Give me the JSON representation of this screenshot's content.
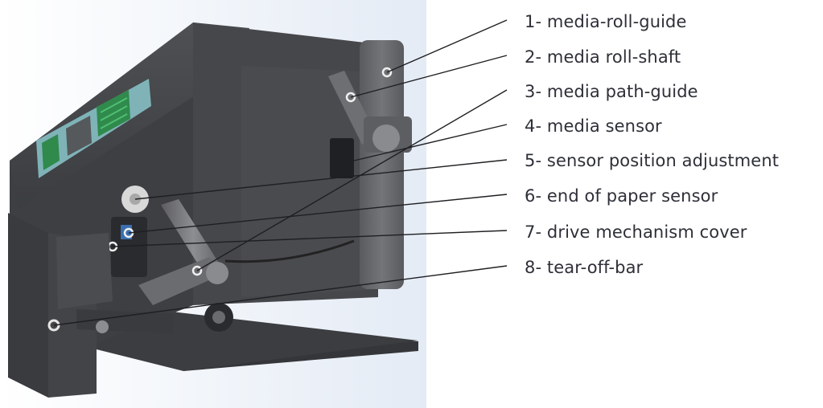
{
  "diagram": {
    "callouts": [
      {
        "id": 1,
        "text": "1- media-roll-guide"
      },
      {
        "id": 2,
        "text": "2- media roll-shaft"
      },
      {
        "id": 3,
        "text": "3- media path-guide"
      },
      {
        "id": 4,
        "text": "4- media sensor"
      },
      {
        "id": 5,
        "text": "5- sensor position adjustment"
      },
      {
        "id": 6,
        "text": "6- end of paper sensor"
      },
      {
        "id": 7,
        "text": "7- drive mechanism cover"
      },
      {
        "id": 8,
        "text": "8- tear-off-bar"
      }
    ]
  },
  "colors": {
    "body_dark": "#3a3b3e",
    "body_mid": "#4c4d51",
    "panel": "#7fb3b8",
    "display_green": "#2f8a4c",
    "leader": "#1e1f22",
    "label_text": "#2e3038"
  }
}
